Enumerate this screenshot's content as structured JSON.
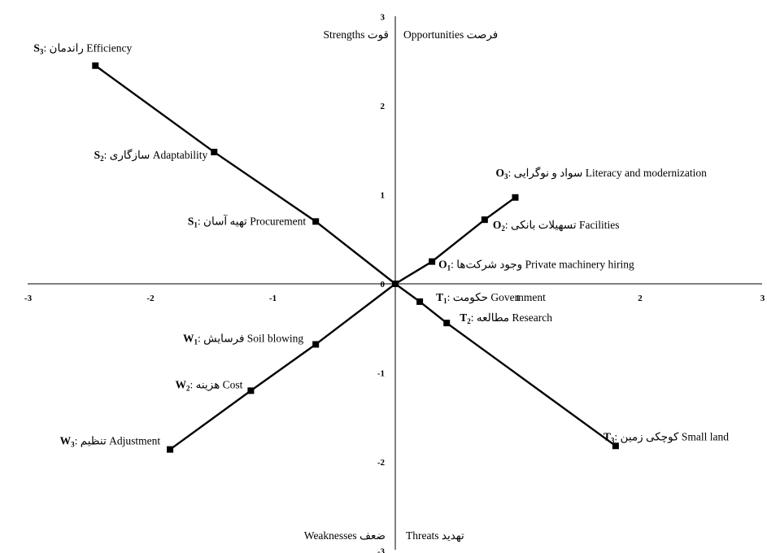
{
  "chart_data": {
    "type": "scatter",
    "title": "",
    "xlim": [
      -3,
      3
    ],
    "ylim": [
      -3,
      3
    ],
    "x_ticks": [
      "-3",
      "-2",
      "-1",
      "0",
      "1",
      "2",
      "3"
    ],
    "y_ticks": [
      "-3",
      "-2",
      "-1",
      "0",
      "1",
      "2",
      "3"
    ],
    "grid": false,
    "quadrants": {
      "strengths": "Strengths قوت",
      "opportunities": "Opportunities فرصت",
      "weaknesses": "Weaknesses ضعف",
      "threats": "Threats تهدید"
    },
    "series": [
      {
        "group": "S",
        "points": [
          {
            "code": "S",
            "sub": "1",
            "text": ": تهیه آسان Procurement",
            "x": -0.65,
            "y": 0.7
          },
          {
            "code": "S",
            "sub": "2",
            "text": ": سازگاری Adaptability",
            "x": -1.48,
            "y": 1.48
          },
          {
            "code": "S",
            "sub": "3",
            "text": ": راندمان Efficiency",
            "x": -2.45,
            "y": 2.45
          }
        ]
      },
      {
        "group": "O",
        "points": [
          {
            "code": "O",
            "sub": "1",
            "text": ": وجود شرکت‌ها Private machinery hiring",
            "x": 0.3,
            "y": 0.25
          },
          {
            "code": "O",
            "sub": "2",
            "text": ": تسهیلات بانکی Facilities",
            "x": 0.73,
            "y": 0.72
          },
          {
            "code": "O",
            "sub": "3",
            "text": ": سواد و نوگرایی Literacy and modernization",
            "x": 0.98,
            "y": 0.97
          }
        ]
      },
      {
        "group": "W",
        "points": [
          {
            "code": "W",
            "sub": "1",
            "text": ": فرسایش Soil blowing",
            "x": -0.65,
            "y": -0.68
          },
          {
            "code": "W",
            "sub": "2",
            "text": ": هزینه Cost",
            "x": -1.18,
            "y": -1.2
          },
          {
            "code": "W",
            "sub": "3",
            "text": ": تنظیم Adjustment",
            "x": -1.84,
            "y": -1.86
          }
        ]
      },
      {
        "group": "T",
        "points": [
          {
            "code": "T",
            "sub": "1",
            "text": ": حکومت Government",
            "x": 0.2,
            "y": -0.2
          },
          {
            "code": "T",
            "sub": "2",
            "text": ": مطالعه Research",
            "x": 0.42,
            "y": -0.44
          },
          {
            "code": "T",
            "sub": "3",
            "text": ": کوچکی زمین Small land",
            "x": 1.8,
            "y": -1.82
          }
        ]
      }
    ]
  }
}
